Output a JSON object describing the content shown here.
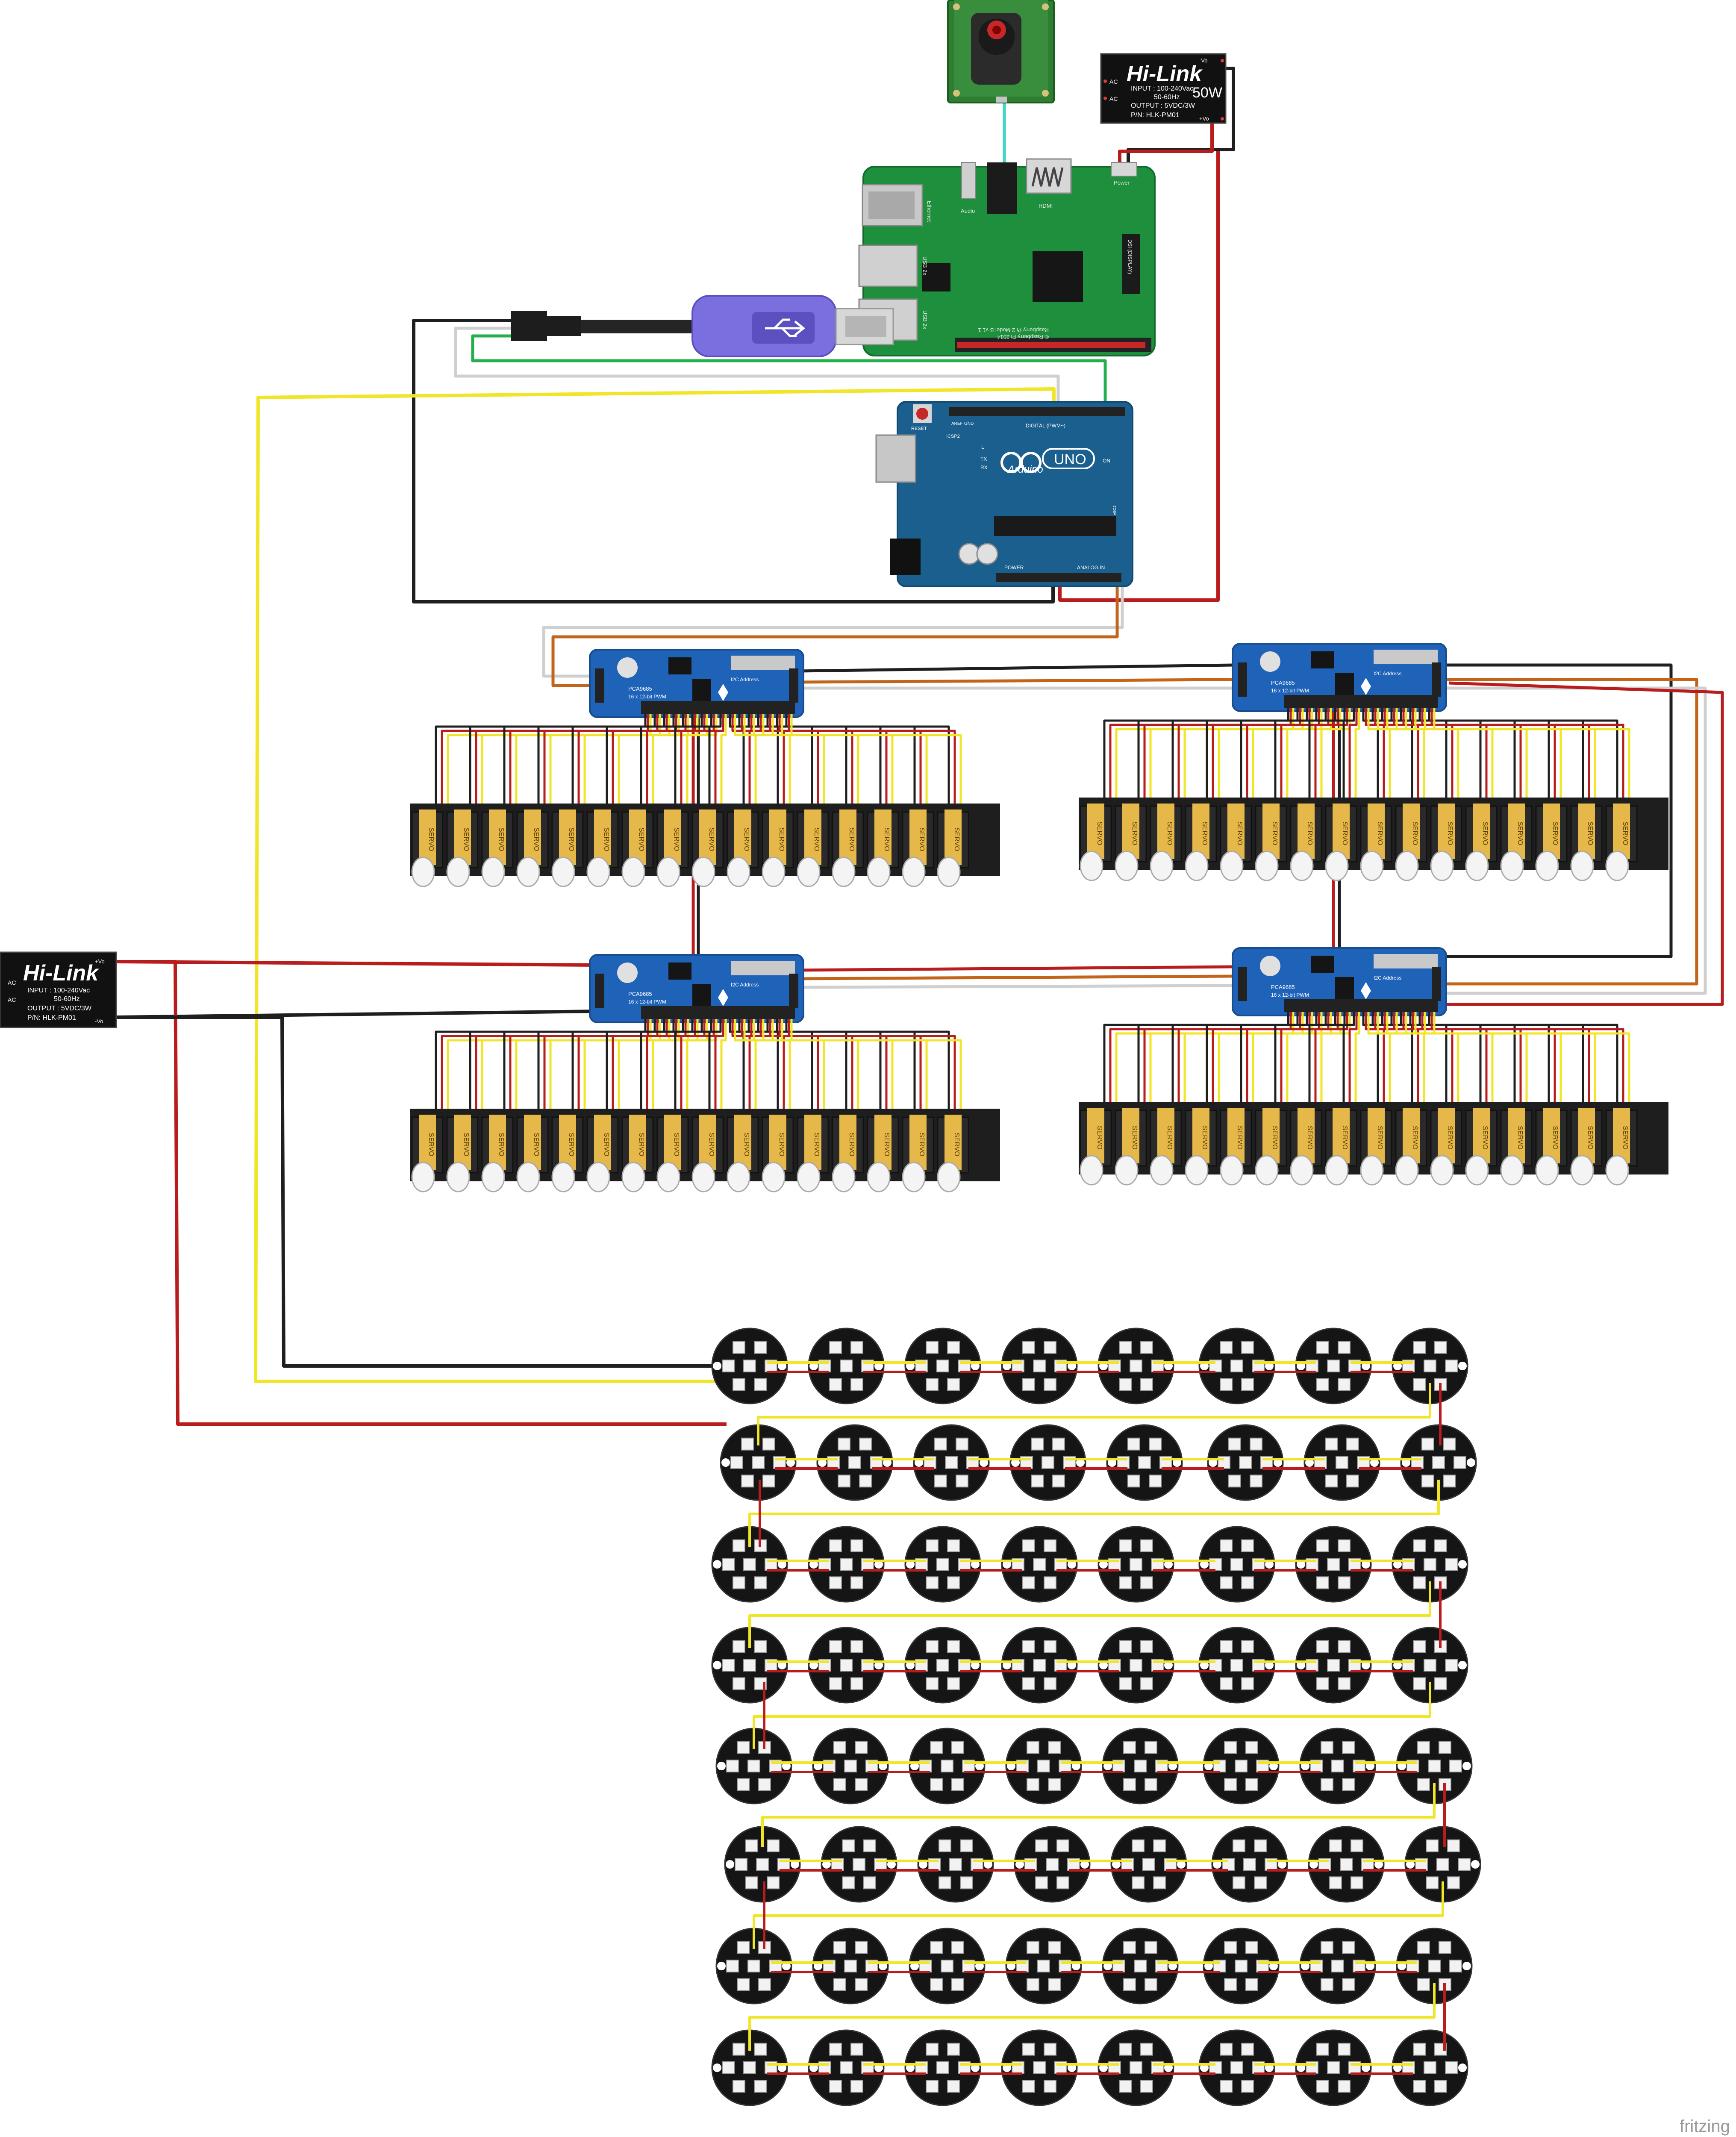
{
  "psu": {
    "brand": "Hi-Link",
    "top": {
      "input": "INPUT : 100-240Vac",
      "freq": "50-60Hz",
      "output": "OUTPUT : 5VDC/3W",
      "watt": "50W",
      "pn": "P/N: HLK-PM01",
      "pin_ac1": "AC",
      "pin_ac2": "AC",
      "pin_vo_pos": "+Vo",
      "pin_vo_neg": "-Vo"
    },
    "left": {
      "input": "INPUT : 100-240Vac",
      "freq": "50-60Hz",
      "output": "OUTPUT : 5VDC/3W",
      "pn": "P/N: HLK-PM01",
      "pin_ac1": "AC",
      "pin_ac2": "AC",
      "pin_vo_pos": "+Vo",
      "pin_vo_neg": "-Vo"
    }
  },
  "raspberry_pi": {
    "labels": [
      "Ethernet",
      "USB 2x",
      "USB 2x",
      "HDMI",
      "Audio",
      "Power",
      "DSI (DISPLAY)",
      "Raspberry Pi 2 Model B v1.1",
      "© Raspberry Pi 2014"
    ]
  },
  "arduino": {
    "logo": "UNO",
    "brand": "Arduino",
    "labels": [
      "RESET",
      "ICSP2",
      "DIGITAL (PWM~)",
      "POWER",
      "ANALOG IN",
      "L",
      "TX",
      "RX",
      "ON",
      "ICSP",
      "AREF",
      "GND"
    ]
  },
  "pwm_driver": {
    "title": "PCA9685",
    "subtitle": "16 x 12-bit PWM",
    "addr_label": "I2C Address"
  },
  "servo": {
    "label": "SERVO"
  },
  "footer": {
    "logo": "fritzing"
  },
  "colors": {
    "wire_red": "#b91c1c",
    "wire_black": "#1f1f1f",
    "wire_yellow": "#f0e526",
    "wire_orange": "#c2651a",
    "wire_green": "#22b04a",
    "wire_teal": "#3fd6c8",
    "wire_gray": "#cfcfcf",
    "pcb_green": "#1e8f3c",
    "pcb_blue": "#1b5f8f",
    "driver_blue": "#1f63b8",
    "usb_purple": "#7b6fe0",
    "psu_black": "#111111"
  },
  "counts": {
    "drivers": 4,
    "servos_per_driver": 16,
    "neopixel_rows": 8,
    "neopixels_per_row": 8
  }
}
